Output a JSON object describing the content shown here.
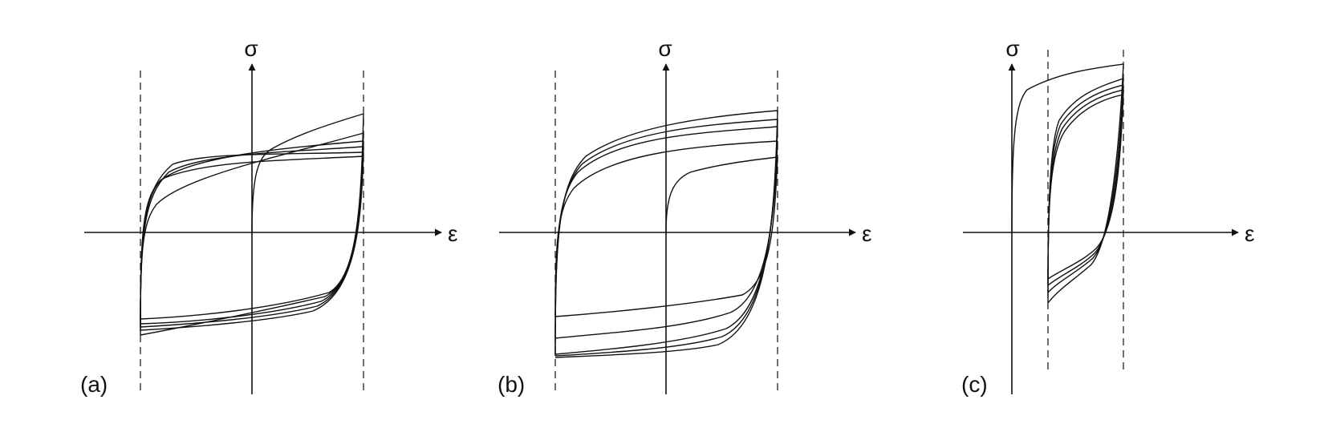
{
  "panels": [
    {
      "id": "a",
      "label": "(a)",
      "y_symbol": "σ",
      "x_symbol": "ε"
    },
    {
      "id": "b",
      "label": "(b)",
      "y_symbol": "σ",
      "x_symbol": "ε"
    },
    {
      "id": "c",
      "label": "(c)",
      "y_symbol": "σ",
      "x_symbol": "ε"
    }
  ]
}
